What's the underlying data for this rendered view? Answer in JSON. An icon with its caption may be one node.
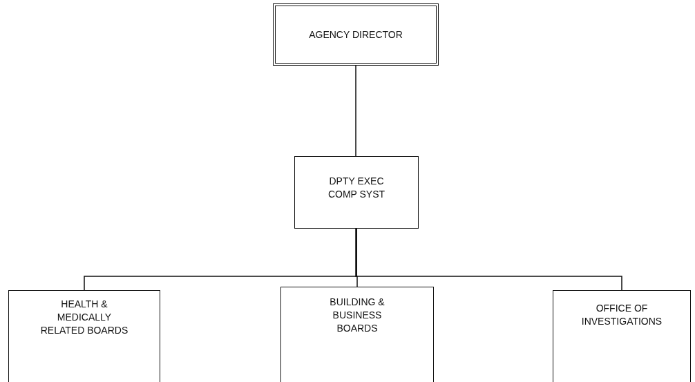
{
  "diagram": {
    "nodes": [
      {
        "text": [
          "AGENCY DIRECTOR"
        ]
      },
      {
        "text": [
          "DPTY EXEC COMP SYST"
        ]
      },
      {
        "text": [
          "HEALTH & MEDICALLY RELATED BOARDS"
        ]
      },
      {
        "text": [
          "BUILDING & BUSINESS BOARDS"
        ]
      },
      {
        "text": [
          "OFFICE OF INVESTIGATIONS"
        ]
      }
    ],
    "edges": [
      {
        "from": 0,
        "to": 1,
        "arrow": "none"
      },
      {
        "from": 1,
        "to": 2,
        "arrow": "none"
      },
      {
        "from": 1,
        "to": 3,
        "arrow": "none"
      },
      {
        "from": 1,
        "to": 4,
        "arrow": "none"
      }
    ]
  }
}
